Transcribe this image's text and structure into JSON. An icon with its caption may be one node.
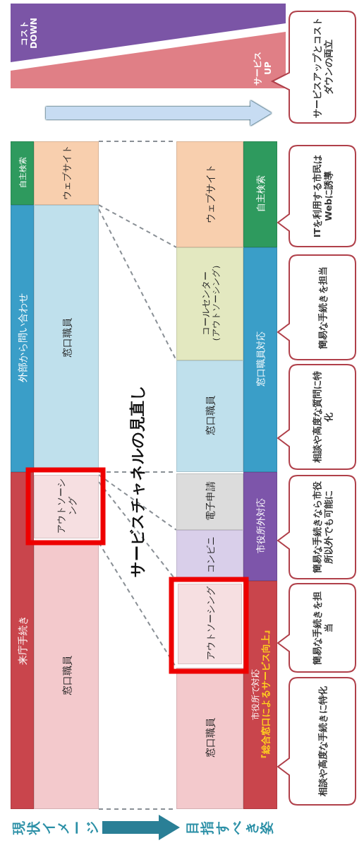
{
  "diagram": {
    "title": "サービスチャネルの見直し",
    "nodes": [
      {
        "text": [
          "コスト DOWN"
        ]
      },
      {
        "text": [
          "サービス UP"
        ]
      },
      {
        "text": [
          "サービスアップとコストダウンの両立"
        ]
      },
      {
        "text": [
          "自主検索"
        ]
      },
      {
        "text": [
          "ウェブサイト"
        ]
      },
      {
        "text": [
          "外部から問い合わせ"
        ]
      },
      {
        "text": [
          "窓口職員"
        ]
      },
      {
        "text": [
          "来庁手続き"
        ]
      },
      {
        "text": [
          "アウトソーシング"
        ]
      },
      {
        "text": [
          "窓口職員"
        ]
      },
      {
        "text": [
          "ウェブサイト"
        ]
      },
      {
        "text": [
          "コールセンター",
          "（アウトソーシング）"
        ]
      },
      {
        "text": [
          "窓口職員"
        ]
      },
      {
        "text": [
          "電子申請"
        ]
      },
      {
        "text": [
          "コンビニ"
        ]
      },
      {
        "text": [
          "アウトソーシング"
        ]
      },
      {
        "text": [
          "窓口職員"
        ]
      },
      {
        "text": [
          "自主検索"
        ]
      },
      {
        "text": [
          "窓口職員対応"
        ]
      },
      {
        "text": [
          "市役所外対応"
        ]
      },
      {
        "text": [
          "市役所で対応",
          "『総合窓口によるサービス向上』"
        ]
      },
      {
        "text": [
          "ITを利用する市民はWebに誘導"
        ]
      },
      {
        "text": [
          "簡易な手続きを担当"
        ]
      },
      {
        "text": [
          "相談や高度な質問に特化"
        ]
      },
      {
        "text": [
          "簡易な手続きなら市役所以外でも可能に"
        ]
      },
      {
        "text": [
          "簡易な手続きを担当"
        ]
      },
      {
        "text": [
          "相談や高度な手続きに特化"
        ]
      },
      {
        "text": [
          "現状イメージ"
        ]
      },
      {
        "text": [
          "目指すべき姿"
        ]
      }
    ],
    "edges": [
      {
        "from": 4,
        "to": 10,
        "arrow": "none",
        "style": "dashed"
      },
      {
        "from": 4,
        "to": 10,
        "arrow": "none",
        "style": "dashed"
      },
      {
        "from": 6,
        "to": 12,
        "arrow": "none",
        "style": "dashed"
      },
      {
        "from": 6,
        "to": 12,
        "arrow": "none",
        "style": "dashed"
      },
      {
        "from": 8,
        "to": 13,
        "arrow": "none",
        "style": "dashed"
      },
      {
        "from": 8,
        "to": 14,
        "arrow": "none",
        "style": "dashed"
      },
      {
        "from": 9,
        "to": 16,
        "arrow": "none",
        "style": "dashed"
      },
      {
        "from": 9,
        "to": 16,
        "arrow": "none",
        "style": "dashed"
      },
      {
        "from": 27,
        "to": 28,
        "arrow": "to",
        "style": "thick",
        "color": "#2a7f96"
      },
      {
        "from": null,
        "to": 2,
        "arrow": "to",
        "style": "thick",
        "color": "#c7dcf2"
      }
    ]
  }
}
